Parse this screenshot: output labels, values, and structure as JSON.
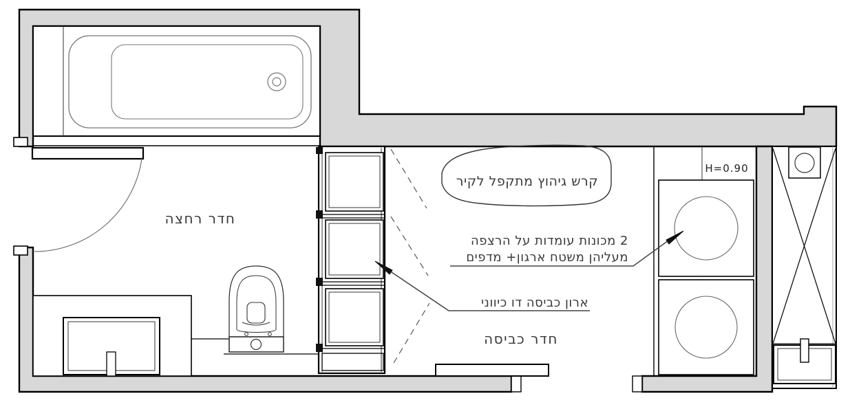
{
  "plan": {
    "rooms": {
      "bathroom": "חדר רחצה",
      "laundry": "חדר כביסה"
    },
    "annotations": {
      "ironing_board": "קרש גיהוץ מתקפל לקיר",
      "machines_line1": "2 מכונות עומדות על הרצפה",
      "machines_line2": "מעליהן משטח ארגון+ מדפים",
      "cabinet": "ארון כביסה דו כיווני",
      "counter_height": "H=0.90"
    },
    "colors": {
      "wall_fill": "#d8d8d8",
      "line": "#000000",
      "annotation": "#3a3a3a"
    }
  }
}
